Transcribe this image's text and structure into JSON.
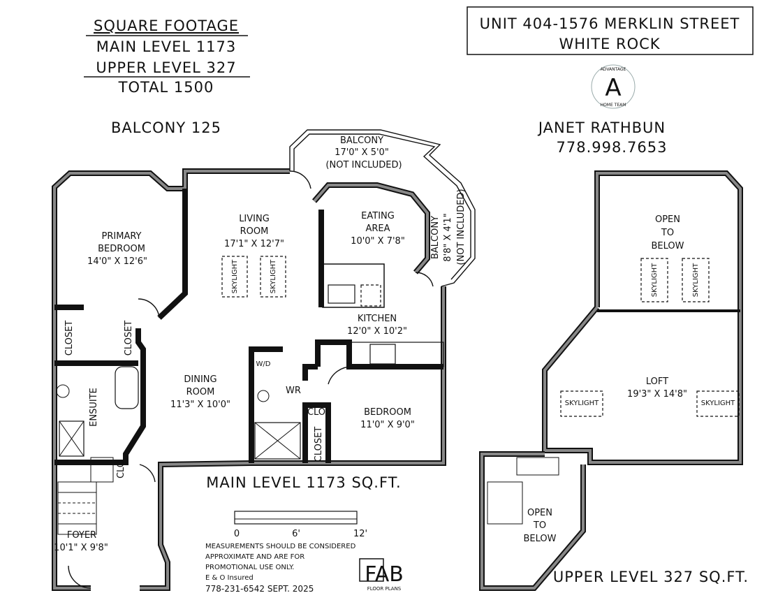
{
  "square_footage": {
    "heading": "SQUARE FOOTAGE",
    "main": "MAIN LEVEL 1173",
    "upper": "UPPER LEVEL 327",
    "total": "TOTAL 1500",
    "balcony": "BALCONY 125"
  },
  "address": {
    "line1": "UNIT 404-1576 MERKLIN STREET",
    "line2": "WHITE ROCK"
  },
  "logo": {
    "top": "ADVANTAGE",
    "letter": "A",
    "bottom": "HOME TEAM"
  },
  "agent": {
    "name": "JANET RATHBUN",
    "phone": "778.998.7653"
  },
  "main_level": {
    "title": "MAIN LEVEL 1173 SQ.FT.",
    "rooms": {
      "balcony_top": {
        "name": "BALCONY",
        "dims": "17'0\" X 5'0\"",
        "note": "(NOT INCLUDED)"
      },
      "balcony_side": {
        "name": "BALCONY",
        "dims": "8'8\" X 4'1\"",
        "note": "(NOT INCLUDED)"
      },
      "living": {
        "name1": "LIVING",
        "name2": "ROOM",
        "dims": "17'1\" X 12'7\""
      },
      "eating": {
        "name1": "EATING",
        "name2": "AREA",
        "dims": "10'0\" X 7'8\""
      },
      "primary": {
        "name1": "PRIMARY",
        "name2": "BEDROOM",
        "dims": "14'0\" X 12'6\""
      },
      "kitchen": {
        "name": "KITCHEN",
        "dims": "12'0\" X 10'2\""
      },
      "dining": {
        "name1": "DINING",
        "name2": "ROOM",
        "dims": "11'3\" X 10'0\""
      },
      "bedroom": {
        "name": "BEDROOM",
        "dims": "11'0\" X 9'0\""
      },
      "foyer": {
        "name": "FOYER",
        "dims": "10'1\" X 9'8\""
      },
      "ensuite": "ENSUITE",
      "wr": "WR",
      "closet": "CLOSET",
      "clo": "CLO",
      "wd": "W/D",
      "skylight": "SKYLIGHT"
    }
  },
  "upper_level": {
    "title": "UPPER LEVEL 327 SQ.FT.",
    "open1": [
      "OPEN",
      "TO",
      "BELOW"
    ],
    "open2": [
      "OPEN",
      "TO",
      "BELOW"
    ],
    "loft": {
      "name": "LOFT",
      "dims": "19'3\" X 14'8\""
    },
    "skylight": "SKYLIGHT"
  },
  "scale": {
    "labels": [
      "0",
      "6'",
      "12'"
    ]
  },
  "disclaimer": {
    "line1": "MEASUREMENTS SHOULD BE CONSIDERED",
    "line2": "APPROXIMATE AND ARE FOR",
    "line3": "PROMOTIONAL USE ONLY.",
    "line4": "E & O Insured",
    "line5": "778-231-6542  SEPT. 2025"
  },
  "brand": {
    "name": "FAB",
    "sub": "FLOOR PLANS"
  }
}
